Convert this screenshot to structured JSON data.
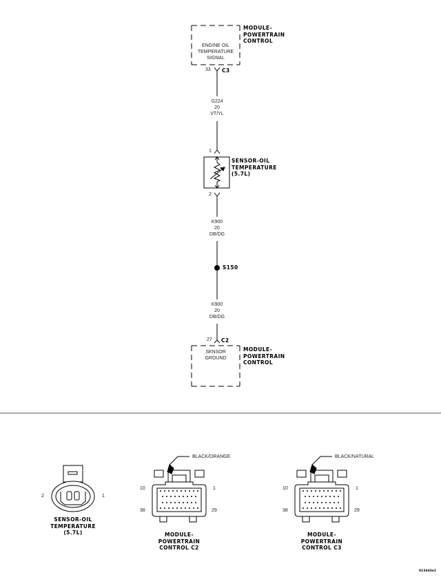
{
  "schematic": {
    "top_module": {
      "title_lines": [
        "MODULE-",
        "POWERTRAIN",
        "CONTROL"
      ],
      "circuit_function_lines": [
        "ENGINE OIL",
        "TEMPERATURE",
        "SIGNAL"
      ],
      "pin": "33",
      "connector": "C3"
    },
    "wire_upper": {
      "circuit": "G224",
      "gauge": "20",
      "color": "VT/YL"
    },
    "sensor": {
      "title_lines": [
        "SENSOR-OIL",
        "TEMPERATURE",
        "(5.7L)"
      ],
      "pin_top": "1",
      "pin_bottom": "2",
      "symbol": "variable-resistor-thermistor"
    },
    "wire_middle": {
      "circuit": "K900",
      "gauge": "20",
      "color": "DB/DG"
    },
    "splice": {
      "label": "S150"
    },
    "wire_lower": {
      "circuit": "K900",
      "gauge": "20",
      "color": "DB/DG"
    },
    "bottom_module": {
      "title_lines": [
        "MODULE-",
        "POWERTRAIN",
        "CONTROL"
      ],
      "circuit_function_lines": [
        "SENSOR",
        "GROUND"
      ],
      "pin": "27",
      "connector": "C2"
    }
  },
  "connector_views": [
    {
      "name": "sensor-oil-temperature-connector",
      "title_lines": [
        "SENSOR-OIL",
        "TEMPERATURE",
        "(5.7L)"
      ],
      "pin_left": "2",
      "pin_right": "1"
    },
    {
      "name": "pcm-c2-connector",
      "title_lines": [
        "MODULE-",
        "POWERTRAIN",
        "CONTROL C2"
      ],
      "color_callout": "BLACK/ORANGE",
      "pin_top_left": "10",
      "pin_top_right": "1",
      "pin_bottom_left": "38",
      "pin_bottom_right": "29"
    },
    {
      "name": "pcm-c3-connector",
      "title_lines": [
        "MODULE-",
        "POWERTRAIN",
        "CONTROL C3"
      ],
      "color_callout": "BLACK/NATURAL",
      "pin_top_left": "10",
      "pin_top_right": "1",
      "pin_bottom_left": "38",
      "pin_bottom_right": "29"
    }
  ],
  "footer": {
    "figure_id": "8134d3e1"
  }
}
